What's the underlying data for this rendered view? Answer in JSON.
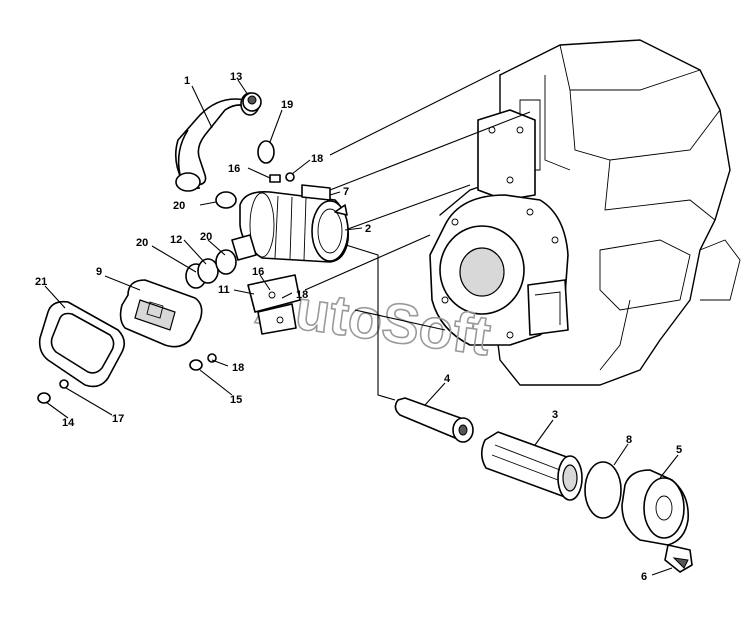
{
  "diagram": {
    "watermark": "AutoSoft",
    "callouts": [
      {
        "id": "c1",
        "text": "1"
      },
      {
        "id": "c2",
        "text": "2"
      },
      {
        "id": "c3",
        "text": "3"
      },
      {
        "id": "c4",
        "text": "4"
      },
      {
        "id": "c5",
        "text": "5"
      },
      {
        "id": "c6",
        "text": "6"
      },
      {
        "id": "c7",
        "text": "7"
      },
      {
        "id": "c8",
        "text": "8"
      },
      {
        "id": "c9",
        "text": "9"
      },
      {
        "id": "c11",
        "text": "11"
      },
      {
        "id": "c12",
        "text": "12"
      },
      {
        "id": "c13",
        "text": "13"
      },
      {
        "id": "c14",
        "text": "14"
      },
      {
        "id": "c15",
        "text": "15"
      },
      {
        "id": "c16a",
        "text": "16"
      },
      {
        "id": "c16b",
        "text": "16"
      },
      {
        "id": "c17",
        "text": "17"
      },
      {
        "id": "c18a",
        "text": "18"
      },
      {
        "id": "c18b",
        "text": "18"
      },
      {
        "id": "c18c",
        "text": "18"
      },
      {
        "id": "c19",
        "text": "19"
      },
      {
        "id": "c20a",
        "text": "20"
      },
      {
        "id": "c20b",
        "text": "20"
      },
      {
        "id": "c20c",
        "text": "20"
      },
      {
        "id": "c21",
        "text": "21"
      }
    ]
  }
}
